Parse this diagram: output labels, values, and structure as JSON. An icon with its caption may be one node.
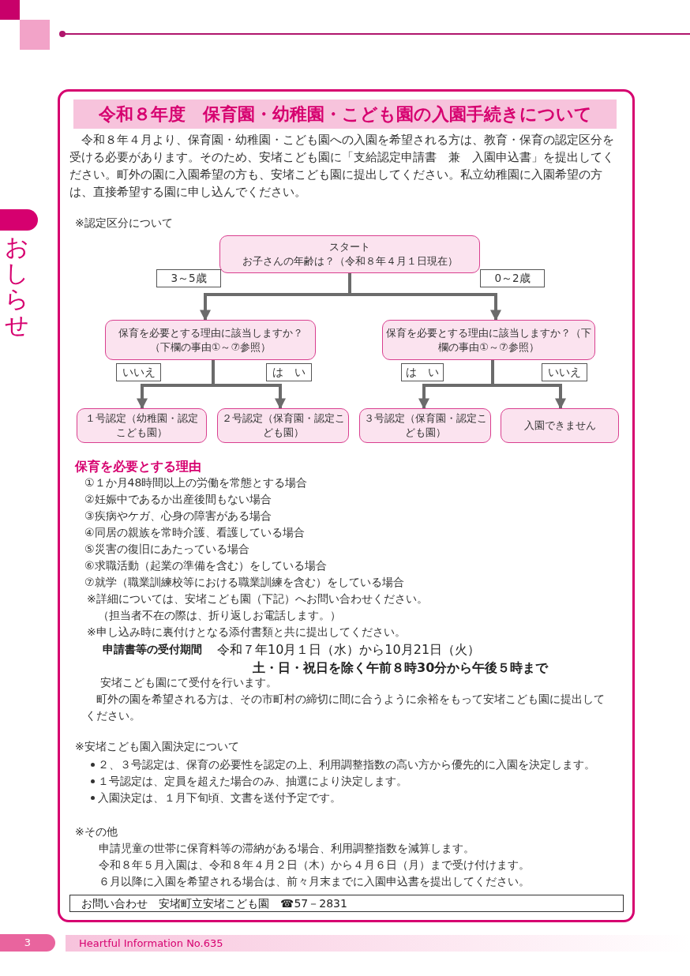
{
  "diagram": {
    "title": "令和８年度　保育園・幼稚園・こども園の入園手続きについて",
    "nodes": [
      {
        "text": [
          "スタート",
          "お子さんの年齢は？（令和８年４月１日現在）"
        ]
      },
      {
        "text": [
          "保育を必要とする理由に該当しますか？（下欄の事由①～⑦参照）"
        ]
      },
      {
        "text": [
          "保育を必要とする理由に該当しますか？（下欄の事由①～⑦参照）"
        ]
      },
      {
        "text": [
          "１号認定（幼稚園・認定こども園）"
        ]
      },
      {
        "text": [
          "２号認定（保育園・認定こども園）"
        ]
      },
      {
        "text": [
          "３号認定（保育園・認定こども園）"
        ]
      },
      {
        "text": [
          "入園できません"
        ]
      }
    ],
    "edges": [
      {
        "from": 0,
        "to": 1,
        "arrow": "to",
        "label": "3～5歳"
      },
      {
        "from": 0,
        "to": 2,
        "arrow": "to",
        "label": "0～2歳"
      },
      {
        "from": 1,
        "to": 3,
        "arrow": "to",
        "label": "いいえ"
      },
      {
        "from": 1,
        "to": 4,
        "arrow": "to",
        "label": "は　い"
      },
      {
        "from": 2,
        "to": 5,
        "arrow": "to",
        "label": "は　い"
      },
      {
        "from": 2,
        "to": 6,
        "arrow": "to",
        "label": "いいえ"
      }
    ],
    "labels": [
      "おしらせ",
      "令和８年４月より、保育園・幼稚園・こども園への入園を希望される方は、教育・保育の認定区分を受ける必要があります。そのため、安堵こども園に「支給認定申請書　兼　入園申込書」を提出してください。町外の園に入園希望の方も、安堵こども園に提出してください。私立幼稚園に入園希望の方は、直接希望する園に申し込んでください。",
      "※認定区分について",
      "保育を必要とする理由",
      "①１か月48時間以上の労働を常態とする場合",
      "②妊娠中であるか出産後間もない場合",
      "③疾病やケガ、心身の障害がある場合",
      "④同居の親族を常時介護、看護している場合",
      "⑤災害の復旧にあたっている場合",
      "⑥求職活動（起業の準備を含む）をしている場合",
      "⑦就学（職業訓練校等における職業訓練を含む）をしている場合",
      "※詳細については、安堵こども園（下記）へお問い合わせください。",
      "（担当者不在の際は、折り返しお電話します。）",
      "※申し込み時に裏付けとなる添付書類と共に提出してください。",
      "申請書等の受付期間",
      "令和７年10月１日（水）から10月21日（火）",
      "土・日・祝日を除く午前８時30分から午後５時まで",
      "安堵こども園にて受付を行います。",
      "町外の園を希望される方は、その市町村の締切に間に合うように余裕をもって安堵こども園に提出してください。",
      "※安堵こども園入園決定について",
      "２、３号認定は、保育の必要性を認定の上、利用調整指数の高い方から優先的に入園を決定します。",
      "１号認定は、定員を超えた場合のみ、抽選により決定します。",
      "入園決定は、１月下旬頃、文書を送付予定です。",
      "※その他",
      "申請児童の世帯に保育料等の滞納がある場合、利用調整指数を減算します。",
      "令和８年５月入園は、令和８年４月２日（木）から４月６日（月）まで受け付けます。",
      "６月以降に入園を希望される場合は、前々月末までに入園申込書を提出してください。",
      "お問い合わせ　安堵町立安堵こども園　☎57－2831",
      "3",
      "Heartful Information No.635"
    ]
  }
}
